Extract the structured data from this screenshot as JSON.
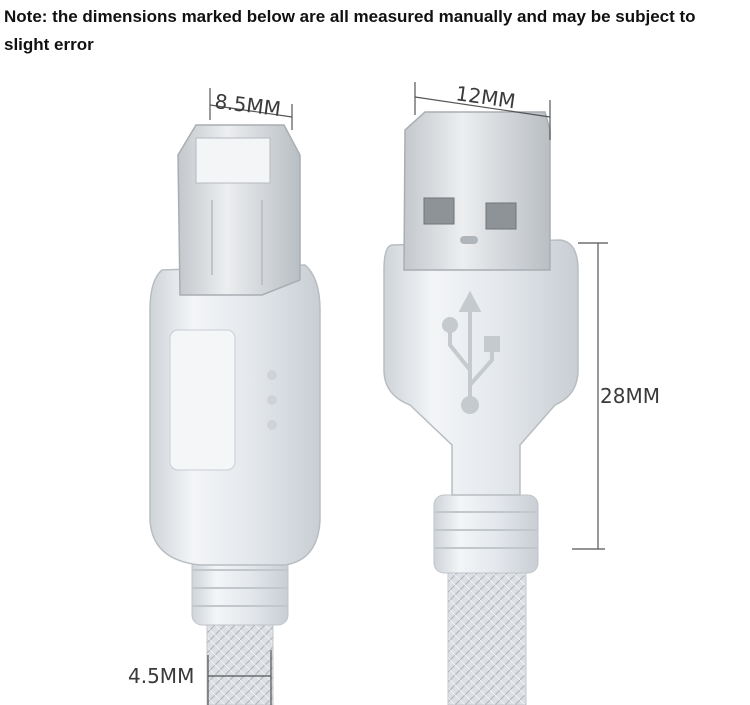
{
  "note": {
    "text": "Note: the dimensions marked below are all measured manually and may be subject to slight error"
  },
  "dimensions": {
    "b_plug_width": "8.5MM",
    "a_plug_width": "12MM",
    "a_plug_length": "28MM",
    "cable_diameter": "4.5MM"
  },
  "colors": {
    "background": "#ffffff",
    "plastic": "#e6e9ec",
    "metal": "#d2d5d8",
    "line": "#555555"
  }
}
